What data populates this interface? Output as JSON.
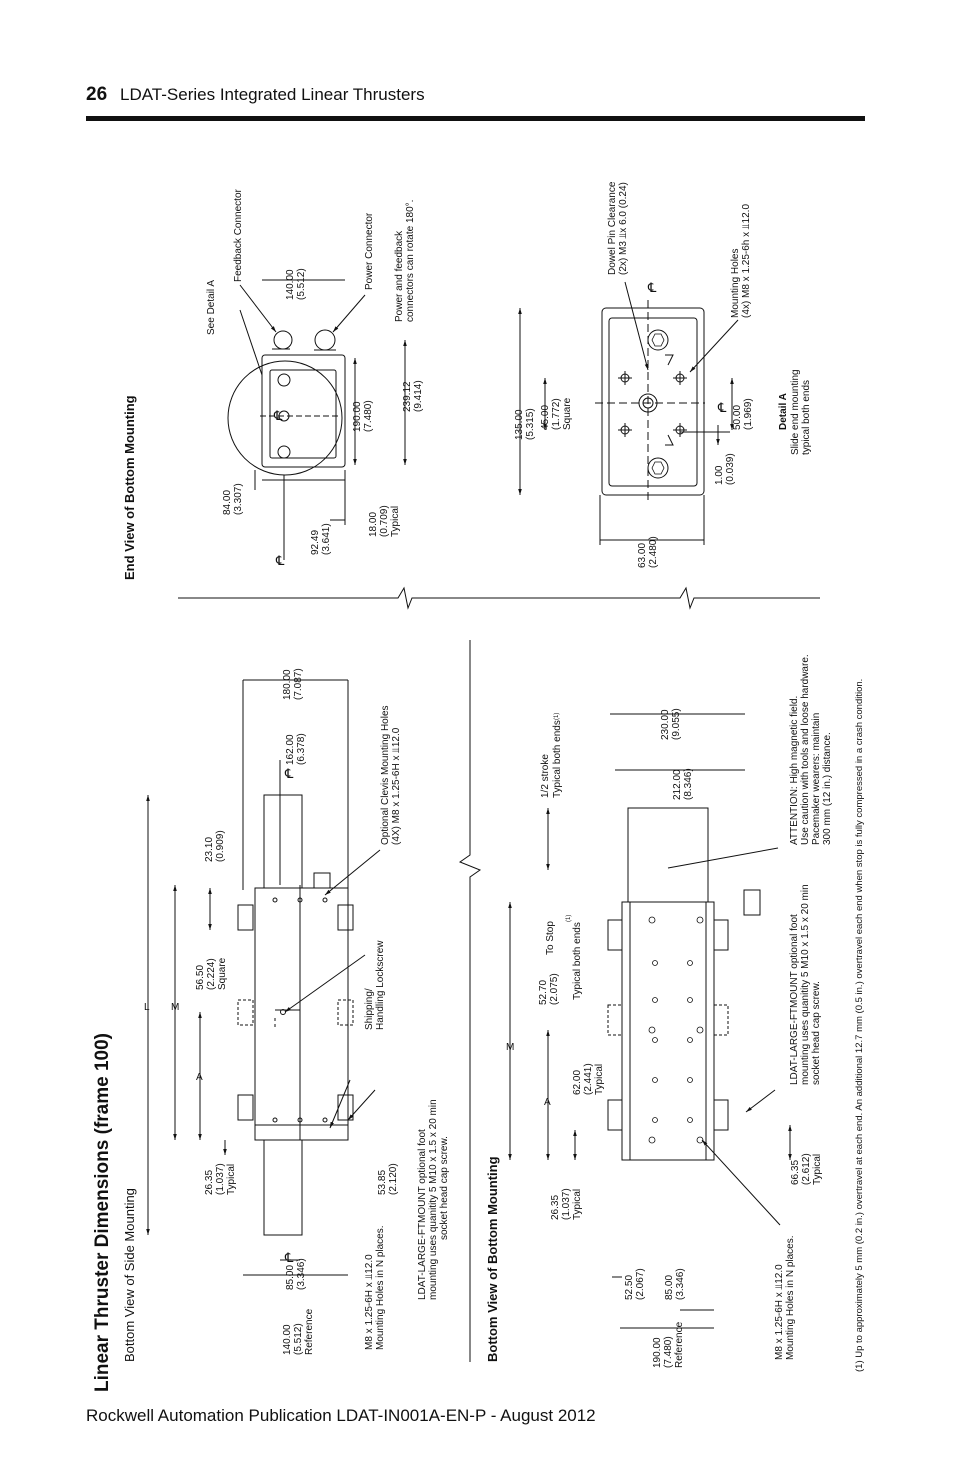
{
  "header": {
    "page_number": "26",
    "title": "LDAT-Series Integrated Linear Thrusters"
  },
  "footer": {
    "text": "Rockwell Automation Publication LDAT-IN001A-EN-P - August 2012"
  },
  "section_title": "Linear Thruster Dimensions (frame 100)",
  "views": {
    "side": "Bottom View of Side Mounting",
    "bottom": "Bottom View of Bottom Mounting",
    "end": "End View of Bottom Mounting"
  },
  "side_labels": {
    "L": "L",
    "M": "M",
    "A": "A",
    "cl": "℄",
    "d_140_mm": "140.00",
    "d_140_in": "(5.512)",
    "d_140_ref": "Reference",
    "d_85_mm": "85.00",
    "d_85_in": "(3.346)",
    "d_26_mm": "26.35",
    "d_26_in": "(1.037)",
    "d_26_typ": "Typical",
    "d_5650_mm": "56.50",
    "d_5650_in": "(2.224)",
    "d_5650_sq": "Square",
    "d_2310_mm": "23.10",
    "d_2310_in": "(0.909)",
    "d_180_mm": "180.00",
    "d_180_in": "(7.087)",
    "d_162_mm": "162.00",
    "d_162_in": "(6.378)",
    "d_5385_mm": "53.85",
    "d_5385_in": "(2.120)",
    "m8_l1": "M8 x 1.25-6H x ⫫12.0",
    "m8_l2": "Mounting Holes in N places.",
    "foot_l1": "LDAT-LARGE-FTMOUNT optional foot",
    "foot_l2": "mounting uses quanitity 5 M10 x 1.5 x 20 min",
    "foot_l3": "socket head cap screw.",
    "ship_l1": "Shipping/",
    "ship_l2": "Handling Lockscrew",
    "clev_l1": "Optional Clevis Mounting Holes",
    "clev_l2": "(4X) M8 x 1.25-6H x  ⫫12.0"
  },
  "bottom_labels": {
    "M": "M",
    "A": "A",
    "d_190_mm": "190.00",
    "d_190_in": "(7.480)",
    "d_190_ref": "Reference",
    "d_5250_mm": "52.50",
    "d_5250_in": "(2.067)",
    "d_85_mm": "85.00",
    "d_85_in": "(3.346)",
    "d_26_mm": "26.35",
    "d_26_in": "(1.037)",
    "d_26_typ": "Typical",
    "d_62_mm": "62.00",
    "d_62_in": "(2.441)",
    "d_62_typ": "Typical",
    "d_5270_mm": "52.70",
    "d_5270_in": "(2.075)",
    "to_stop": "To Stop",
    "typ_both": "Typical both ends",
    "sup1": "(1)",
    "half_stroke": "1/2 stroke",
    "half_typ": "Typical both ends",
    "d_212_mm": "212.00",
    "d_212_in": "(8.346)",
    "d_230_mm": "230.00",
    "d_230_in": "(9.055)",
    "d_6635_mm": "66.35",
    "d_6635_in": "(2.612)",
    "d_6635_typ": "Typical",
    "m8_l1": "M8 x 1.25-6H x ⫫12.0",
    "m8_l2": "Mounting Holes in N places.",
    "foot_l1": "LDAT-LARGE-FTMOUNT optional foot",
    "foot_l2": "mounting uses quanitity 5 M10 x 1.5 x 20 min",
    "foot_l3": "socket head cap screw.",
    "att_l1": "ATTENTION: High magnetic field.",
    "att_l2": "Use caution with tools and loose hardware.",
    "att_l3": "Pacemaker wearers: maintain",
    "att_l4": "300 mm (12 in.) distance."
  },
  "end_labels": {
    "cl": "℄",
    "d_84_mm": "84.00",
    "d_84_in": "(3.307)",
    "d_9249_mm": "92.49",
    "d_9249_in": "(3.641)",
    "d_18_mm": "18.00",
    "d_18_in": "(0.709)",
    "d_18_typ": "Typical",
    "d_190_mm": "190.00",
    "d_190_in": "(7.480)",
    "d_23912_mm": "239.12",
    "d_23912_in": "(9.414)",
    "d_140_mm": "140.00",
    "d_140_in": "(5.512)",
    "see_detail": "See Detail  A",
    "feedback": "Feedback Connector",
    "power": "Power Connector",
    "rotate_l1": "Power and feedback",
    "rotate_l2": "connectors can rotate 180°.",
    "d_135_mm": "135.00",
    "d_135_in": "(5.315)",
    "d_45_mm": "45.00",
    "d_45_in": "(1.772)",
    "d_45_sq": "Square",
    "d_63_mm": "63.00",
    "d_63_in": "(2.480)",
    "d_1_mm": "1.00",
    "d_1_in": "(0.039)",
    "d_50_mm": "50.00",
    "d_50_in": "(1.969)",
    "dowel_l1": "Dowel Pin Clearance",
    "dowel_l2": "(2x) M3 ⫫x 6.0 (0.24)",
    "mh_l1": "Mounting Holes",
    "mh_l2": "(4x) M8 x 1.25-6h x   ⫫12.0",
    "detail_a": "Detail  A",
    "detail_l1": "Slide end mounting",
    "detail_l2": "typical  both ends"
  },
  "footnote": "(1) Up to approximately 5 mm (0.2 in.) overtravel at each end. An additional 12.7 mm (0.5 in.) overtravel each end when stop is fully compressed in a crash condition."
}
